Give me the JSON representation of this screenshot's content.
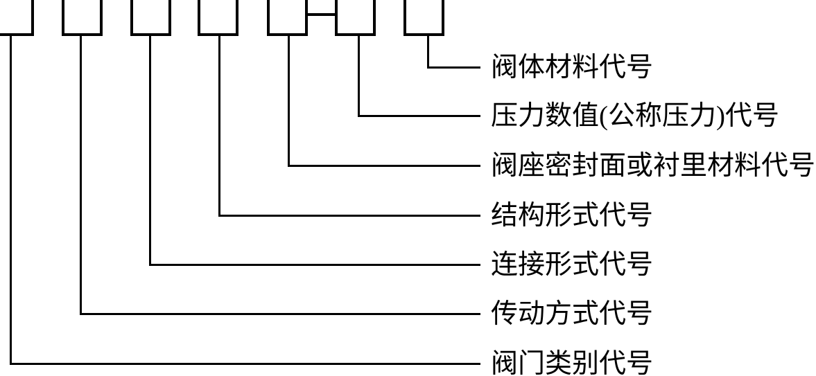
{
  "diagram": {
    "description": "Valve model designation code structure diagram",
    "box_count": 7,
    "boxes_tied": [
      5,
      6
    ],
    "colors": {
      "line": "#000000",
      "background": "#ffffff"
    },
    "labels": [
      {
        "text": "阀体材料代号",
        "connects_to_box": 7
      },
      {
        "text": "压力数值(公称压力)代号",
        "connects_to_box": 6
      },
      {
        "text": "阀座密封面或衬里材料代号",
        "connects_to_box": 5
      },
      {
        "text": "结构形式代号",
        "connects_to_box": 4
      },
      {
        "text": "连接形式代号",
        "connects_to_box": 3
      },
      {
        "text": "传动方式代号",
        "connects_to_box": 2
      },
      {
        "text": "阀门类别代号",
        "connects_to_box": 1
      }
    ]
  }
}
